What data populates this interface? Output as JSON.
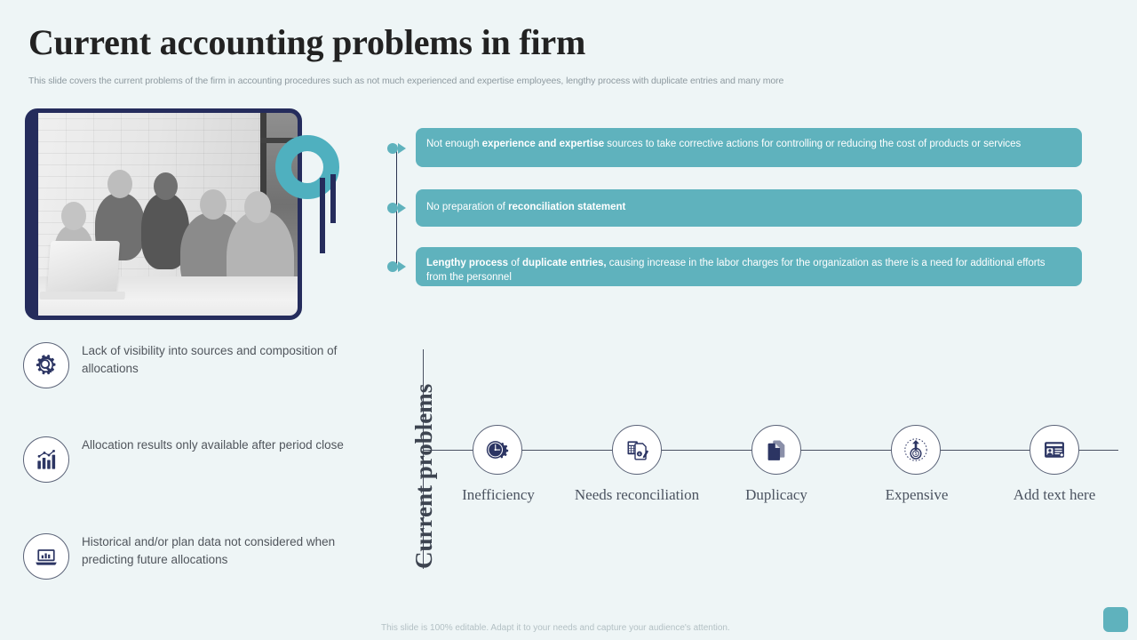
{
  "slide": {
    "title": "Current accounting problems in firm",
    "subtitle": "This slide covers the current problems of the firm in accounting procedures such as not much experienced and expertise employees, lengthy process with duplicate entries and many more",
    "footer_note": "This slide is 100% editable. Adapt it to your needs and capture your audience's attention.",
    "background_color": "#eef5f6",
    "accent_teal": "#5fb2bd",
    "accent_navy": "#252c5c"
  },
  "photo": {
    "alt": "team of colleagues smiling around a laptop in an office",
    "frame_color": "#252c5c"
  },
  "decor": {
    "ring_color": "#4fb0bf",
    "bar_color": "#252c5c"
  },
  "callouts": [
    {
      "lead": "Not enough ",
      "bold": "experience and expertise",
      "tail": " sources to take corrective  actions for  controlling  or reducing the cost of products or services"
    },
    {
      "lead": "No  preparation  of ",
      "bold": "reconciliation statement",
      "tail": ""
    },
    {
      "lead": "",
      "bold": "Lengthy process",
      "mid": " of ",
      "bold2": "duplicate entries,",
      "tail": " causing increase in the labor charges for the organization  as there is a need for additional  efforts  from the personnel"
    }
  ],
  "left_points": [
    {
      "icon": "gear-search-icon",
      "text": "Lack of visibility into sources and composition of allocations"
    },
    {
      "icon": "bar-chart-trend-icon",
      "text": "Allocation results  only  available after period close"
    },
    {
      "icon": "laptop-chart-icon",
      "text": "Historical and/or plan data not considered when predicting future  allocations"
    }
  ],
  "timeline": {
    "axis_label": "Current problems",
    "nodes": [
      {
        "icon": "clock-gear-icon",
        "label": "Inefficiency"
      },
      {
        "icon": "document-calculator-icon",
        "label": "Needs reconciliation"
      },
      {
        "icon": "copy-documents-icon",
        "label": "Duplicacy"
      },
      {
        "icon": "money-arrow-up-icon",
        "label": "Expensive"
      },
      {
        "icon": "id-card-icon",
        "label": "Add text here"
      }
    ]
  }
}
